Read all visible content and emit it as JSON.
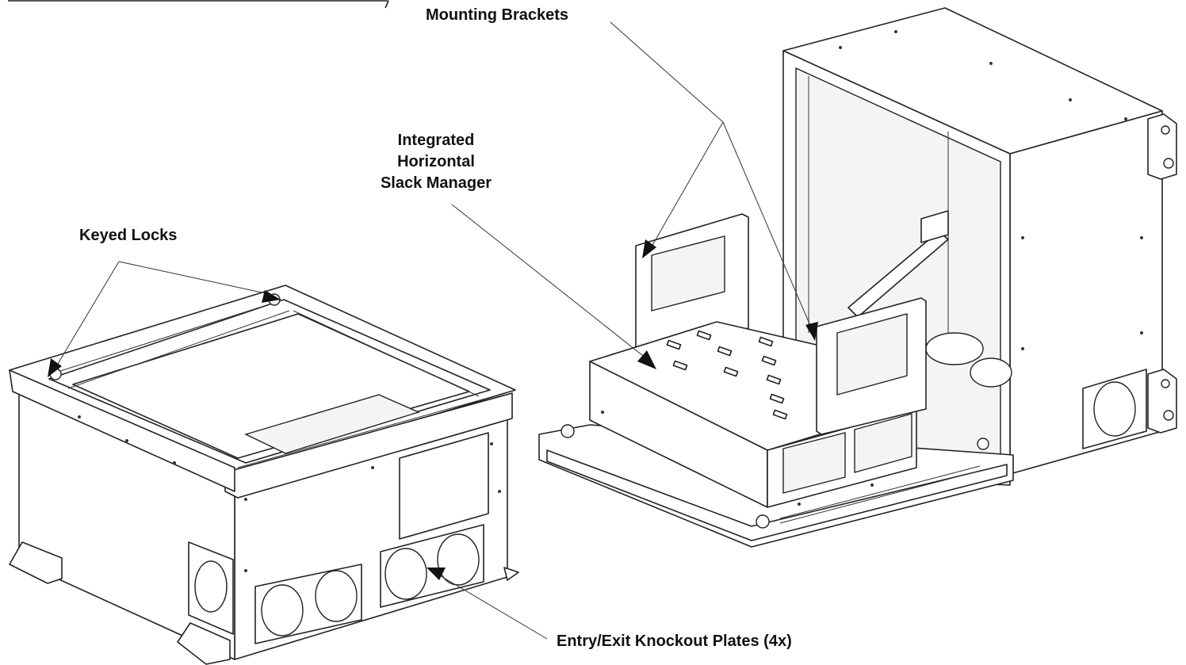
{
  "labels": {
    "mounting_brackets": "Mounting Brackets",
    "slack_manager_line1": "Integrated",
    "slack_manager_line2": "Horizontal",
    "slack_manager_line3": "Slack Manager",
    "keyed_locks": "Keyed Locks",
    "knockout_plates": "Entry/Exit Knockout Plates (4x)"
  }
}
